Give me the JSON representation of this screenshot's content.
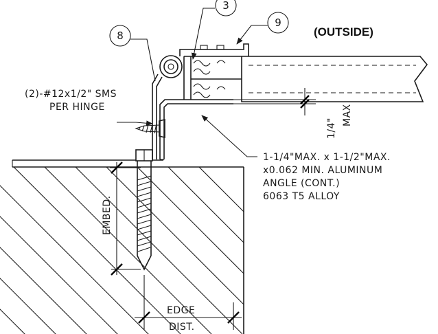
{
  "callouts": {
    "c3": "3",
    "c8": "8",
    "c9": "9"
  },
  "labels": {
    "outside": "(OUTSIDE)",
    "sms_line1": "(2)-#12x1/2\" SMS",
    "sms_line2": "PER HINGE",
    "gap_value": "1/4\"",
    "gap_max": "MAX",
    "angle_line1": "1-1/4\"MAX. x 1-1/2\"MAX.",
    "angle_line2": "x0.062 MIN. ALUMINUM",
    "angle_line3": "ANGLE (CONT.)",
    "angle_line4": "6063 T5 ALLOY",
    "embed": "EMBED.",
    "edge": "EDGE",
    "dist": "DIST."
  },
  "colors": {
    "linework": "#1a1a1a",
    "background": "#ffffff"
  }
}
